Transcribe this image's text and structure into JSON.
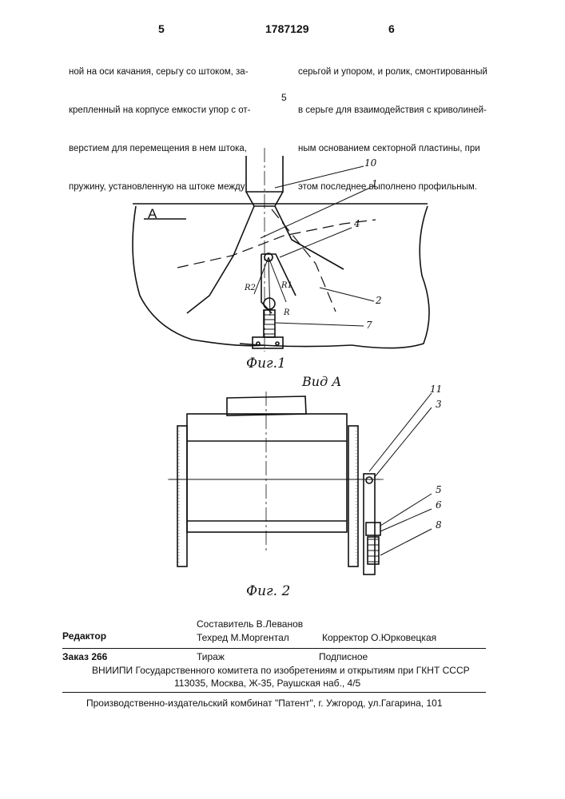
{
  "header": {
    "page_left": "5",
    "patent_number": "1787129",
    "page_right": "6"
  },
  "text_left": [
    "ной на оси качания, серьгу со штоком, за-",
    "крепленный на корпусе емкости упор с от-",
    "верстием для перемещения в нем штока,",
    "пружину, установленную на штоке между"
  ],
  "line_marker": "5",
  "text_right": [
    "серьгой и упором, и ролик, смонтированный",
    "в серьге для взаимодействия с криволиней-",
    "ным основанием секторной пластины, при",
    "этом последнее выполнено профильным."
  ],
  "figure1": {
    "caption": "Фиг.1",
    "view_marker": "А",
    "labels": [
      "10",
      "1",
      "4",
      "2",
      "7"
    ],
    "radius_labels": [
      "R1",
      "R2",
      "R"
    ]
  },
  "figure2": {
    "caption": "Фиг. 2",
    "view_title": "Вид А",
    "labels": [
      "11",
      "3",
      "5",
      "6",
      "8"
    ]
  },
  "footer": {
    "editor_label": "Редактор",
    "compiler": "Составитель  В.Леванов",
    "techred": "Техред М.Моргентал",
    "corrector": "Корректор  О.Юрковецкая",
    "order": "Заказ  266",
    "circulation": "Тираж",
    "subscription": "Подписное",
    "vniipi": "ВНИИПИ Государственного комитета по изобретениям и открытиям при ГКНТ СССР",
    "address": "113035, Москва, Ж-35, Раушская наб., 4/5",
    "printer": "Производственно-издательский комбинат \"Патент\", г. Ужгород, ул.Гагарина, 101"
  }
}
